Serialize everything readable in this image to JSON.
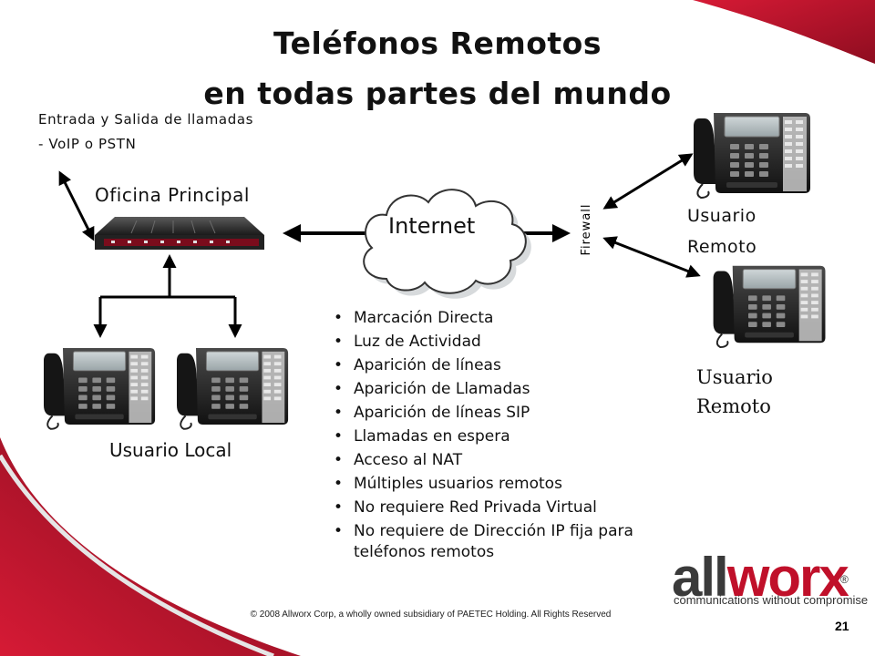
{
  "slide": {
    "title_line1": "Teléfonos Remotos",
    "title_line2": "en todas partes del mundo",
    "calls_line1": "Entrada y Salida de llamadas",
    "calls_line2": "- VoIP o PSTN",
    "main_office": "Oficina Principal",
    "internet": "Internet",
    "firewall": "Firewall",
    "remote_user_1_line1": "Usuario",
    "remote_user_1_line2": "Remoto",
    "remote_user_2_line1": "Usuario",
    "remote_user_2_line2": "Remoto",
    "local_user": "Usuario Local",
    "features": [
      "Marcación Directa",
      "Luz de Actividad",
      "Aparición de líneas",
      "Aparición de Llamadas",
      "Aparición de líneas SIP",
      "Llamadas en espera",
      "Acceso al NAT",
      "Múltiples usuarios remotos",
      "No requiere Red Privada Virtual",
      "No requiere de Dirección IP fija para",
      "teléfonos remotos"
    ],
    "copyright": "© 2008 Allworx Corp, a wholly owned subsidiary of PAETEC Holding. All Rights Reserved",
    "page_number": "21",
    "logo_all": "all",
    "logo_worx": "worx",
    "logo_reg": "®",
    "logo_tagline": "communications without compromise"
  },
  "colors": {
    "accent_red": "#b5122b",
    "dark_red": "#7a0c1c"
  },
  "icons": [
    "server-device-icon",
    "desk-phone-icon",
    "cloud-icon",
    "arrow-icon"
  ]
}
